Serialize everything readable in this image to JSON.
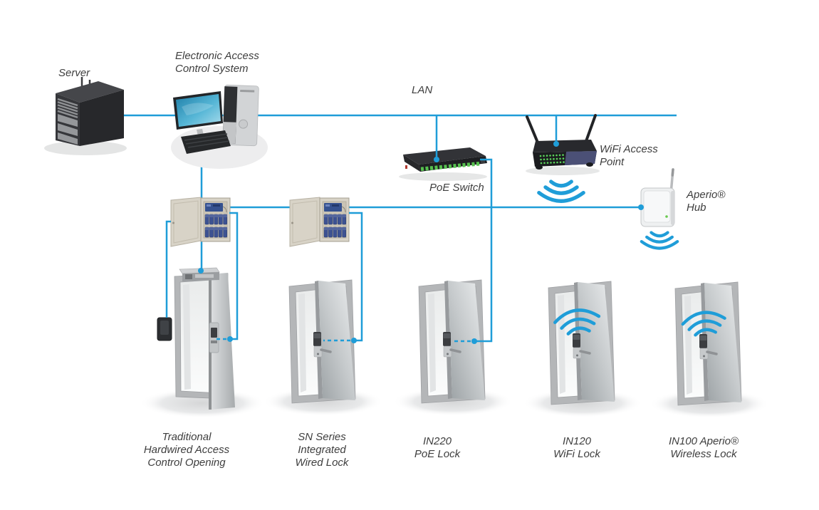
{
  "colors": {
    "connection_line": "#1f9dd8",
    "label_text": "#3e3e3e",
    "background": "#ffffff"
  },
  "nodes": {
    "server": {
      "label": "Server"
    },
    "control_system": {
      "label_lines": [
        "Electronic Access",
        "Control System"
      ]
    },
    "lan": {
      "label": "LAN"
    },
    "poe_switch": {
      "label": "PoE Switch"
    },
    "wifi_access_point": {
      "label_lines": [
        "WiFi Access",
        "Point"
      ]
    },
    "aperio_hub": {
      "label_lines": [
        "Aperio®",
        "Hub"
      ]
    }
  },
  "doors": [
    {
      "label_lines": [
        "Traditional",
        "Hardwired Access",
        "Control Opening"
      ]
    },
    {
      "label_lines": [
        "SN Series",
        "Integrated",
        "Wired Lock"
      ]
    },
    {
      "label_lines": [
        "IN220",
        "PoE Lock"
      ]
    },
    {
      "label_lines": [
        "IN120",
        "WiFi Lock"
      ]
    },
    {
      "label_lines": [
        "IN100 Aperio®",
        "Wireless Lock"
      ]
    }
  ]
}
